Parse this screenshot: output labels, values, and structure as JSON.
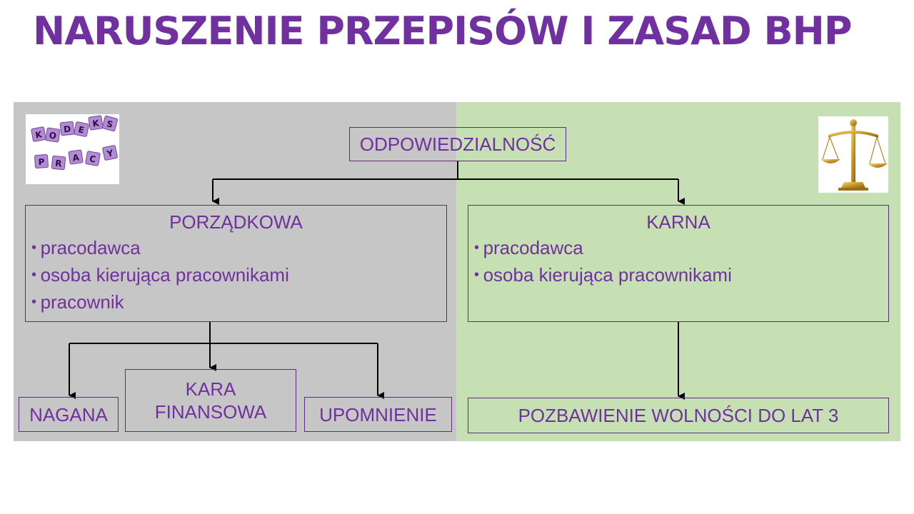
{
  "title": "NARUSZENIE PRZEPISÓW I ZASAD BHP",
  "root": {
    "label": "ODPOWIEDZIALNOŚĆ"
  },
  "porzadkowa": {
    "title": "PORZĄDKOWA",
    "items": [
      "pracodawca",
      "osoba kierująca pracownikami",
      "pracownik"
    ]
  },
  "karna": {
    "title": "KARNA",
    "items": [
      "pracodawca",
      "osoba kierująca pracownikami"
    ]
  },
  "penalties": {
    "nagana": "NAGANA",
    "kara_finansowa": "KARA\nFINANSOWA",
    "upomnienie": "UPOMNIENIE",
    "pozbawienie": "POZBAWIENIE WOLNOŚCI DO LAT 3"
  },
  "images": {
    "kodeks_line1": [
      "K",
      "O",
      "D",
      "E",
      "K",
      "S"
    ],
    "kodeks_line2": [
      "P",
      "R",
      "A",
      "C",
      "Y"
    ],
    "kodeks_icon": "kodeks-pracy-tiles",
    "scales_icon": "scales-of-justice"
  },
  "colors": {
    "text": "#7030a0",
    "left_panel": "#c6c6c6",
    "right_panel": "#c6e0b4",
    "border": "#5b2a84"
  }
}
